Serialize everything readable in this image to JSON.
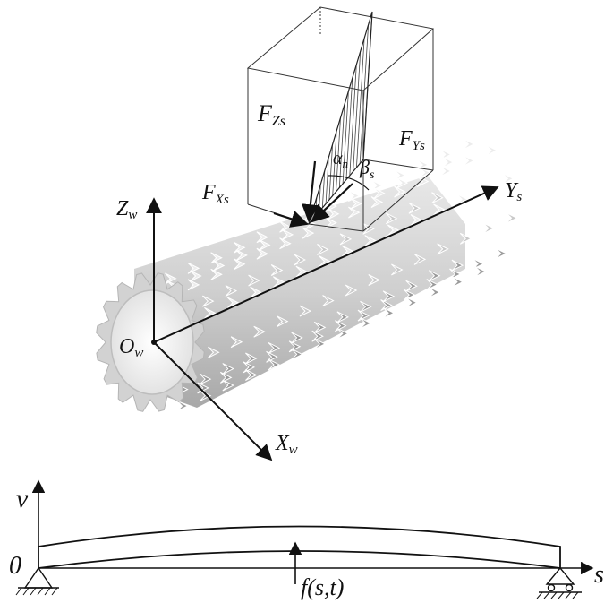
{
  "labels": {
    "z_axis": "Z",
    "z_axis_sub": "w",
    "x_axis": "X",
    "x_axis_sub": "w",
    "origin": "O",
    "origin_sub": "w",
    "y_axis": "Y",
    "y_axis_sub": "s",
    "force_z": "F",
    "force_z_sub": "Zs",
    "force_y": "F",
    "force_y_sub": "Ys",
    "force_x": "F",
    "force_x_sub": "Xs",
    "angle_alpha": "α",
    "angle_alpha_sub": "n",
    "angle_beta": "β",
    "angle_beta_sub": "s",
    "beam_v_axis": "v",
    "beam_origin": "0",
    "beam_s_axis": "s",
    "beam_load": "f(s,t)"
  },
  "colors": {
    "ink": "#111111",
    "tooth_fill": "#c9c9c9",
    "tooth_shade": "#9a9a9a",
    "tooth_light": "#ececec"
  },
  "icons": [
    "fixed-support-icon",
    "roller-support-icon"
  ]
}
